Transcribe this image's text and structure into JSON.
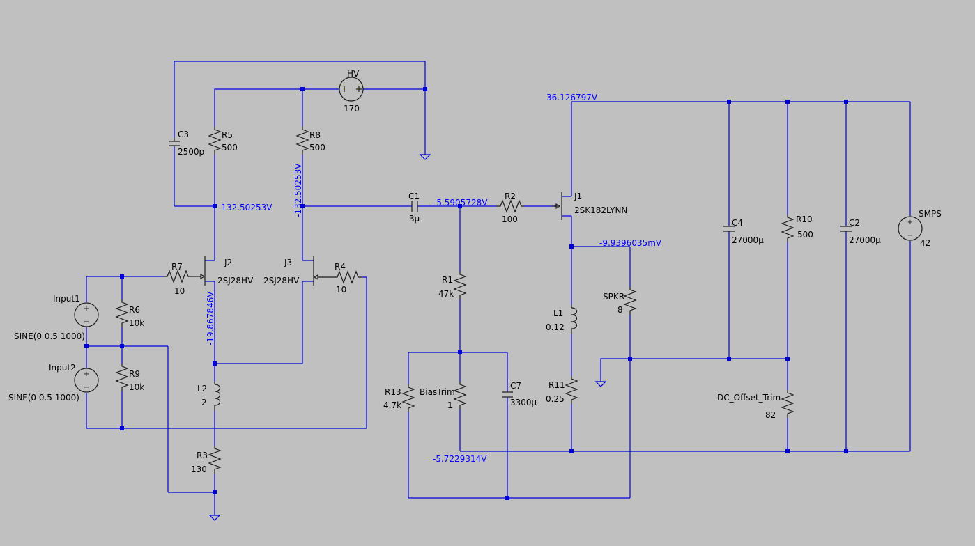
{
  "colors": {
    "background": "#c0c0c0",
    "wire": "#0000dd",
    "component": "#1a1a1a",
    "label": "#000000",
    "voltage_label": "#0000ff"
  },
  "components": {
    "hv": {
      "name": "HV",
      "value": "170"
    },
    "c3": {
      "name": "C3",
      "value": "2500p"
    },
    "r5": {
      "name": "R5",
      "value": "500"
    },
    "r8": {
      "name": "R8",
      "value": "500"
    },
    "c1": {
      "name": "C1",
      "value": "3µ"
    },
    "r2": {
      "name": "R2",
      "value": "100"
    },
    "j1": {
      "name": "J1",
      "value": "2SK182LYNN"
    },
    "r7": {
      "name": "R7",
      "value": "10"
    },
    "j2": {
      "name": "J2",
      "value": "2SJ28HV"
    },
    "j3": {
      "name": "J3",
      "value": "2SJ28HV"
    },
    "r4": {
      "name": "R4",
      "value": "10"
    },
    "input1": {
      "name": "Input1",
      "value": "SINE(0 0.5 1000)"
    },
    "input2": {
      "name": "Input2",
      "value": "SINE(0 0.5 1000)"
    },
    "r6": {
      "name": "R6",
      "value": "10k"
    },
    "r9": {
      "name": "R9",
      "value": "10k"
    },
    "l2": {
      "name": "L2",
      "value": "2"
    },
    "r3": {
      "name": "R3",
      "value": "130"
    },
    "r1": {
      "name": "R1",
      "value": "47k"
    },
    "r13": {
      "name": "R13",
      "value": "4.7k"
    },
    "biastrim": {
      "name": "BiasTrim",
      "value": "1"
    },
    "c7": {
      "name": "C7",
      "value": "3300µ"
    },
    "spkr": {
      "name": "SPKR",
      "value": "8"
    },
    "l1": {
      "name": "L1",
      "value": "0.12"
    },
    "r11": {
      "name": "R11",
      "value": "0.25"
    },
    "c4": {
      "name": "C4",
      "value": "27000µ"
    },
    "r10": {
      "name": "R10",
      "value": "500"
    },
    "c2": {
      "name": "C2",
      "value": "27000µ"
    },
    "smps": {
      "name": "SMPS",
      "value": "42"
    },
    "dc_offset_trim": {
      "name": "DC_Offset_Trim",
      "value": "82"
    }
  },
  "voltages": {
    "supply_rail": "36.126797V",
    "j2_drain": "-132.50253V",
    "j3_drain": "-132.50253V",
    "c1_r2_node": "-5.5905728V",
    "j1_source": "-9.9396035mV",
    "j2_source": "-19.867846V",
    "bottom_rail": "-5.7229314V"
  }
}
